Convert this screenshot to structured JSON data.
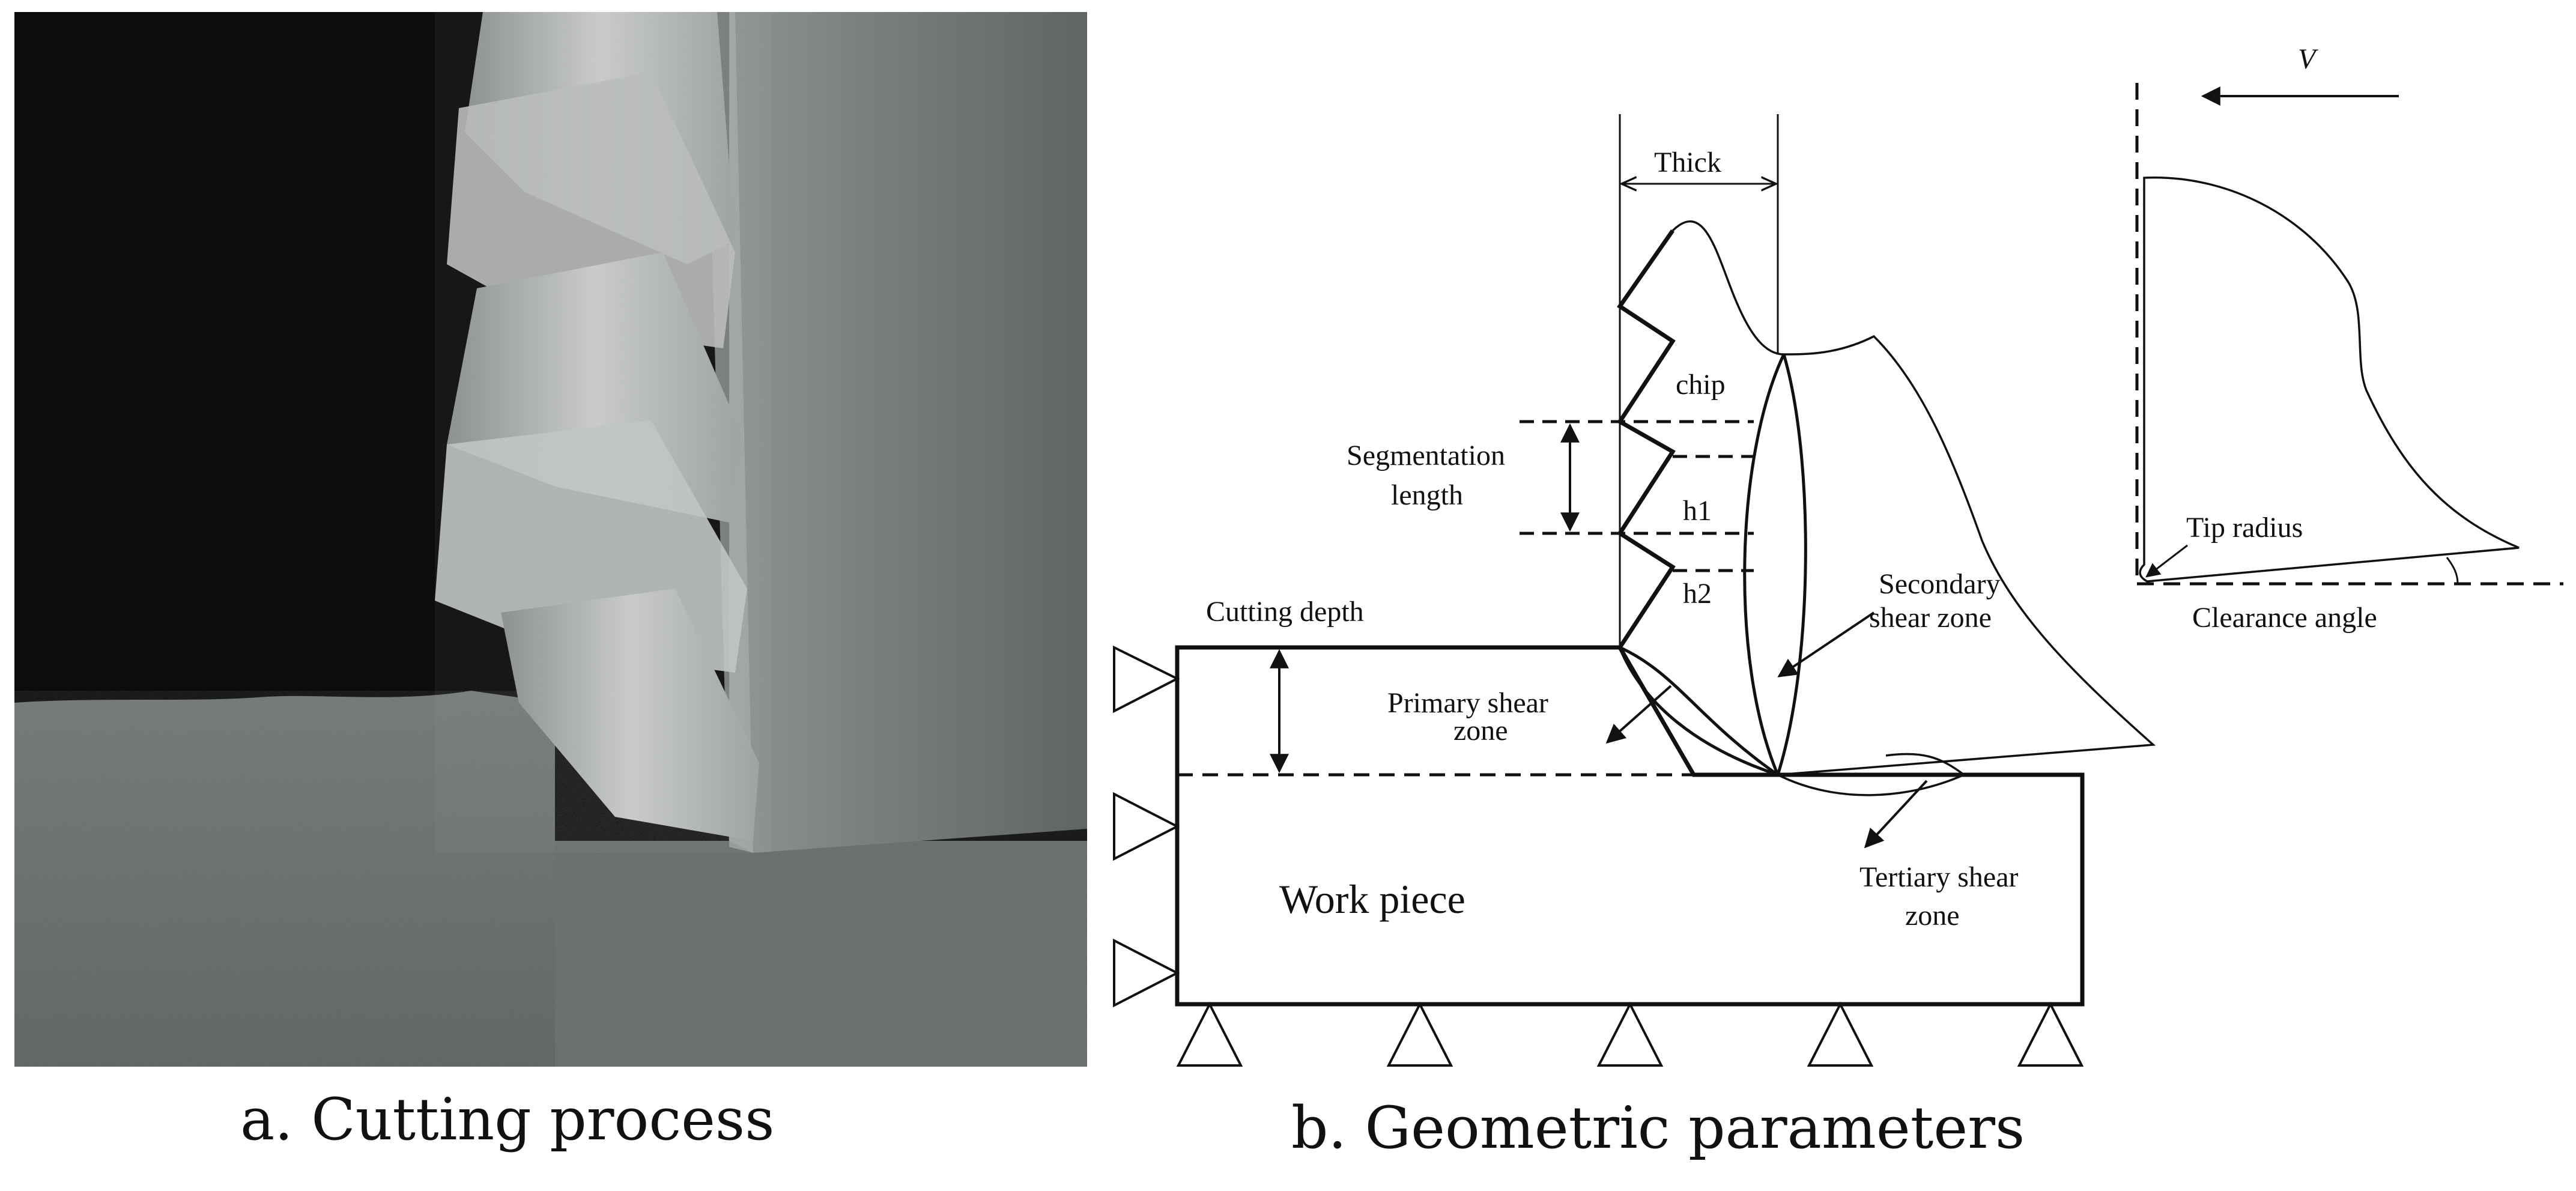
{
  "captions": {
    "a": "a. Cutting process",
    "b": "b. Geometric parameters"
  },
  "diagram": {
    "thick": "Thick",
    "chip": "chip",
    "segmentation_length_line1": "Segmentation",
    "segmentation_length_line2": "length",
    "h1": "h1",
    "h2": "h2",
    "cutting_depth": "Cutting depth",
    "primary_shear_line1": "Primary shear",
    "primary_shear_line2": "zone",
    "secondary_shear_line1": "Secondary",
    "secondary_shear_line2": "shear zone",
    "tertiary_shear_line1": "Tertiary shear",
    "tertiary_shear_line2": "zone",
    "work_piece": "Work piece",
    "velocity": "V",
    "tip_radius": "Tip radius",
    "clearance_angle": "Clearance angle"
  }
}
